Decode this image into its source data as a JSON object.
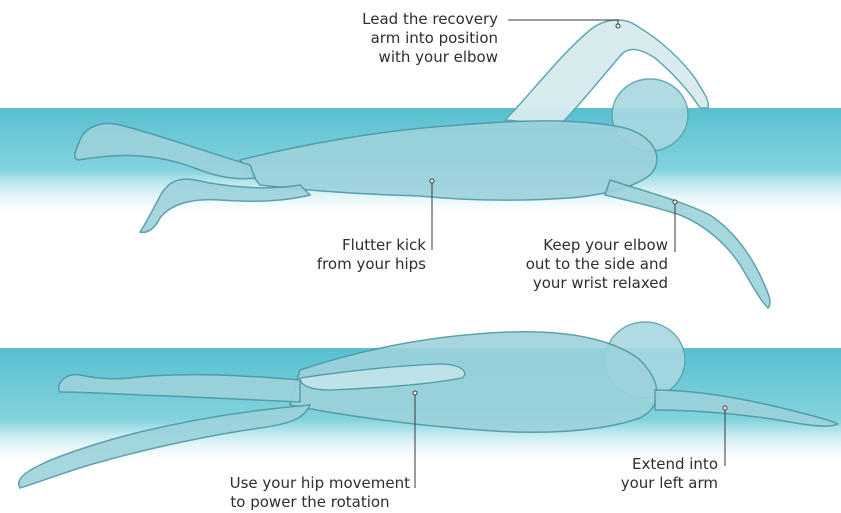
{
  "colors": {
    "water": "#5dc3d2",
    "water_light": "#cdeef3",
    "swimmer_fill": "#8ecdd8",
    "swimmer_stroke": "#3d8e9c",
    "leader_line": "#3a3a3a",
    "text": "#2e2e2e"
  },
  "top_figure": {
    "labels": {
      "recovery": {
        "line1": "Lead the recovery",
        "line2": "arm into position",
        "line3": "with your elbow"
      },
      "kick": {
        "line1": "Flutter kick",
        "line2": "from your hips"
      },
      "elbow": {
        "line1": "Keep your elbow",
        "line2": "out to the side and",
        "line3": "your wrist relaxed"
      }
    }
  },
  "bottom_figure": {
    "labels": {
      "hip": {
        "line1": "Use your hip movement",
        "line2": "to power the rotation"
      },
      "extend": {
        "line1": "Extend into",
        "line2": "your left arm"
      }
    }
  }
}
